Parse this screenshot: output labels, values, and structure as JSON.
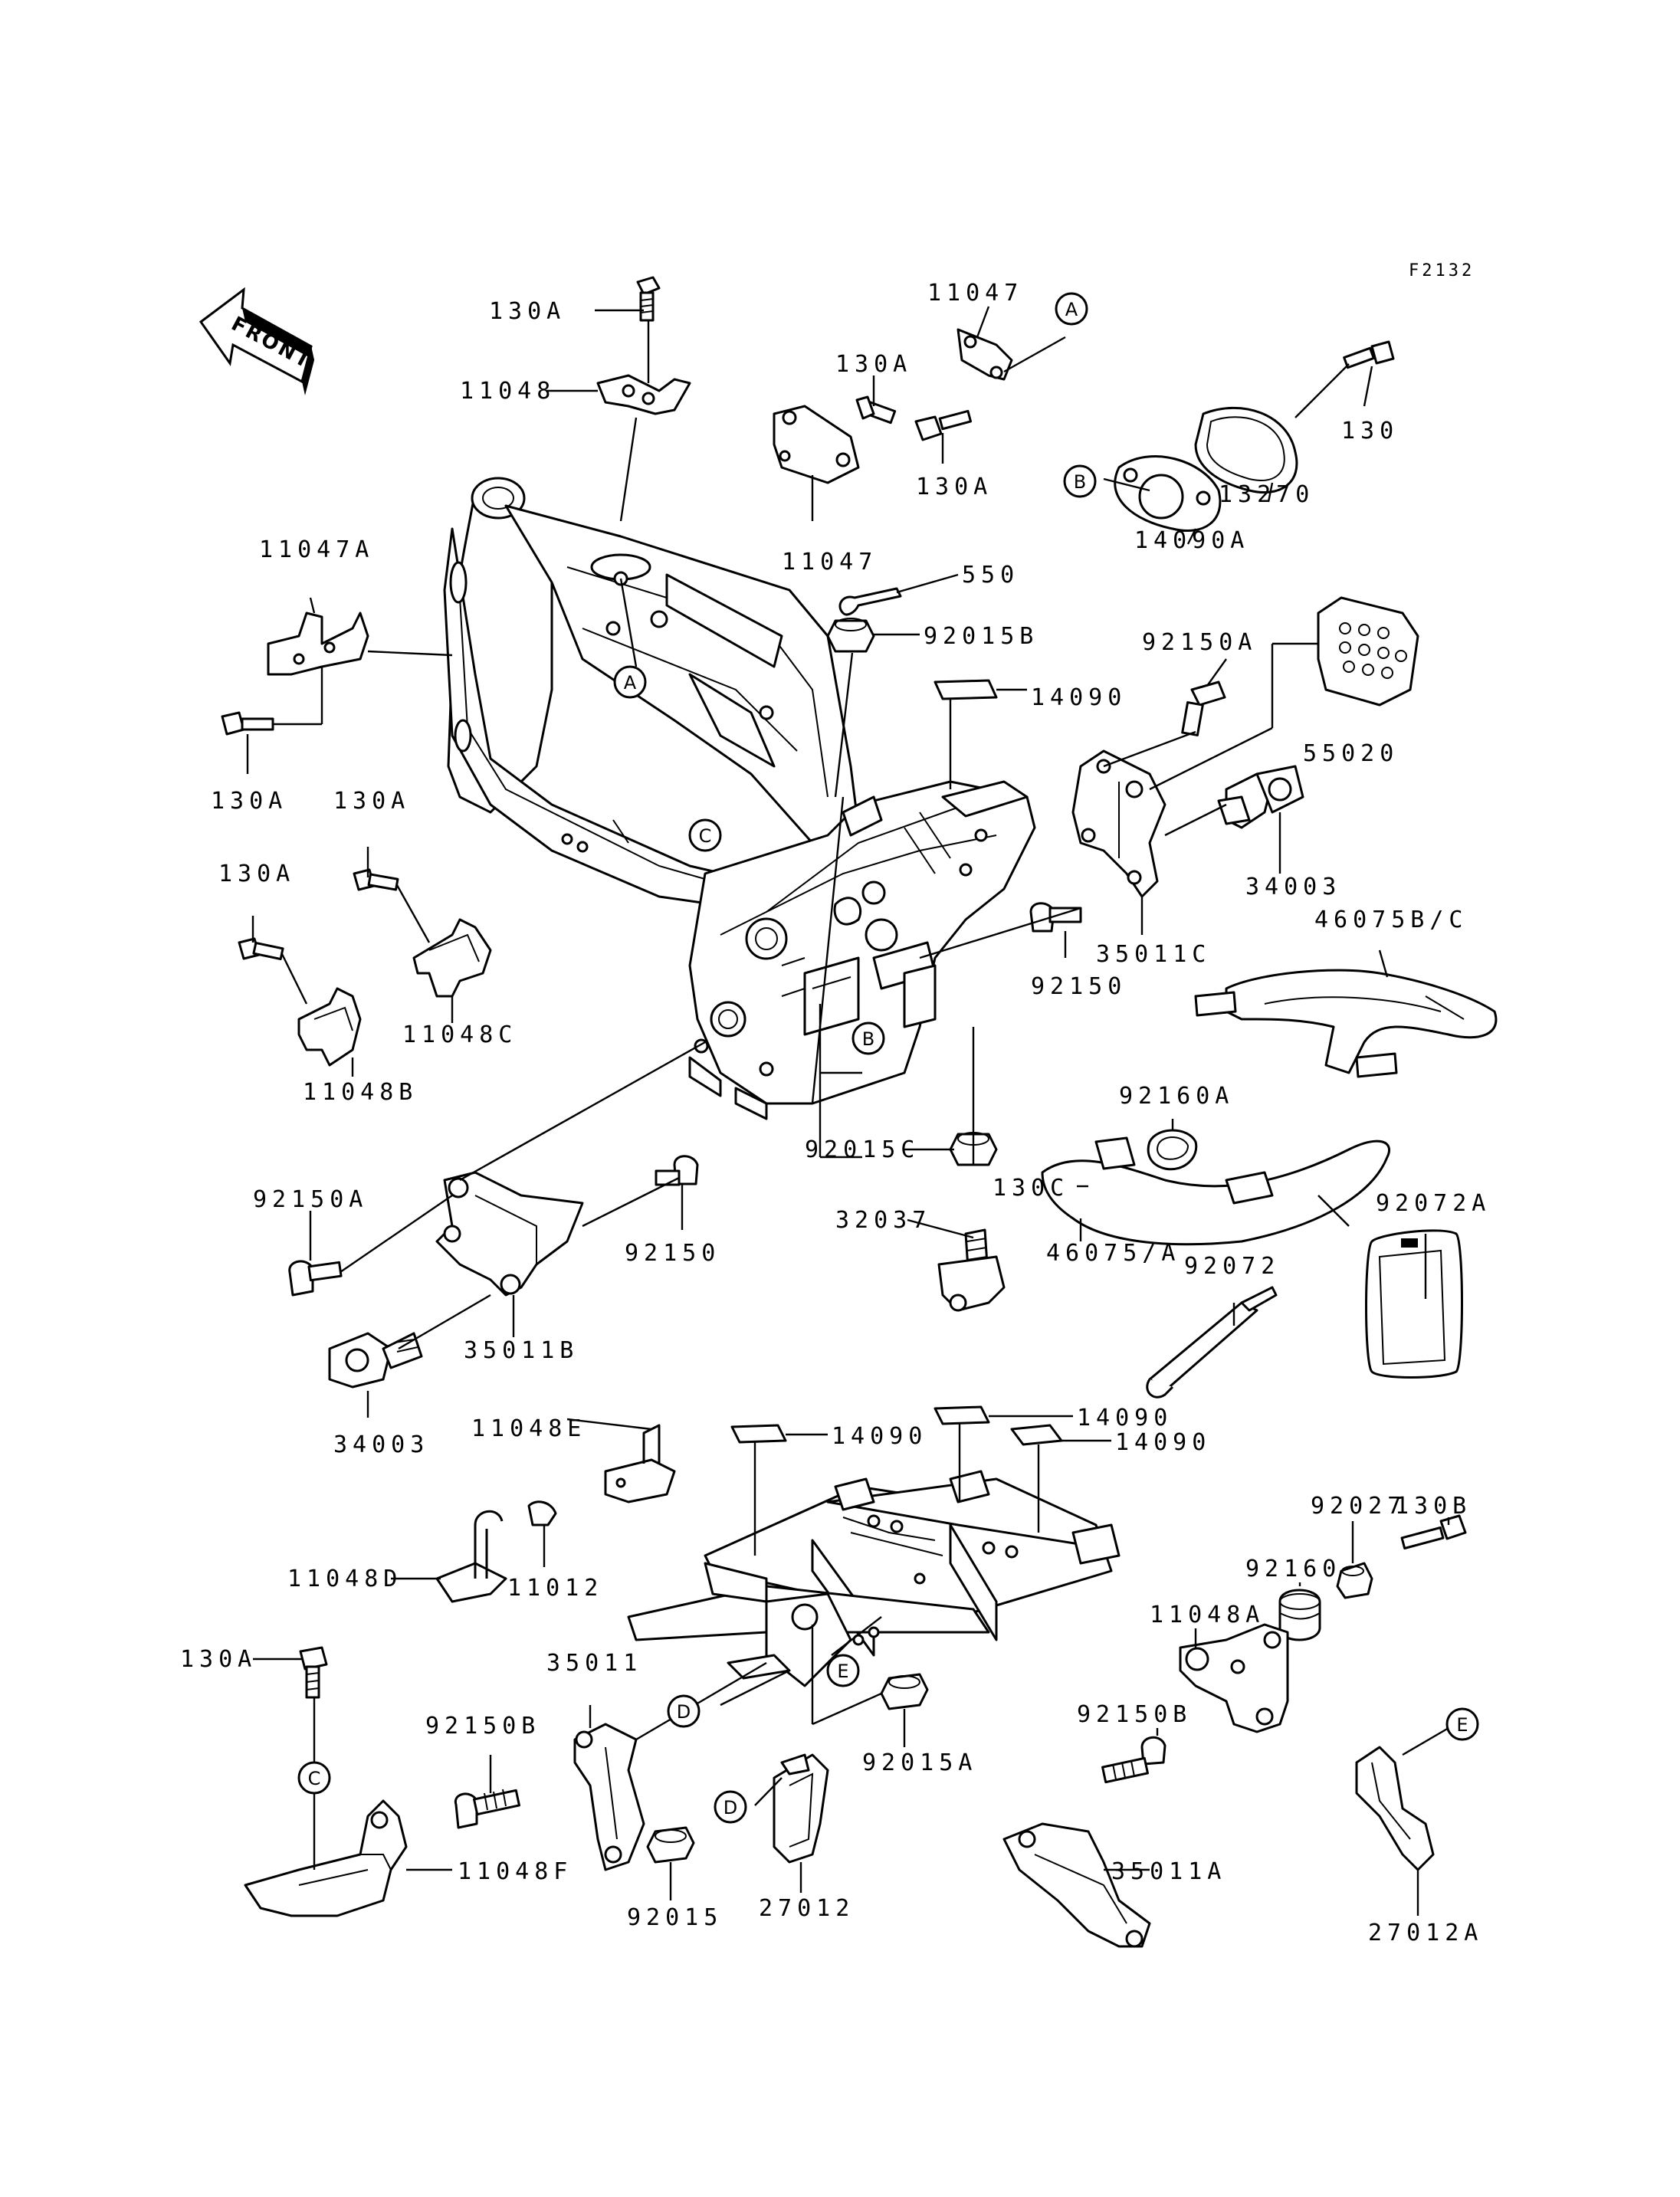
{
  "figure_code": "F2132",
  "front_label": "FRONT",
  "parts": [
    {
      "id": "p01",
      "label": "130A"
    },
    {
      "id": "p02",
      "label": "11048"
    },
    {
      "id": "p03",
      "label": "11047"
    },
    {
      "id": "p04",
      "label": "130A"
    },
    {
      "id": "p05",
      "label": "130A"
    },
    {
      "id": "p06",
      "label": "11047"
    },
    {
      "id": "p07",
      "label": "130"
    },
    {
      "id": "p08",
      "label": "13270"
    },
    {
      "id": "p09",
      "label": "14090A"
    },
    {
      "id": "p10",
      "label": "11047A"
    },
    {
      "id": "p11",
      "label": "550"
    },
    {
      "id": "p12",
      "label": "92015B"
    },
    {
      "id": "p13",
      "label": "92150A"
    },
    {
      "id": "p14",
      "label": "14090"
    },
    {
      "id": "p15",
      "label": "130A"
    },
    {
      "id": "p16",
      "label": "55020"
    },
    {
      "id": "p17",
      "label": "130A"
    },
    {
      "id": "p18",
      "label": "130A"
    },
    {
      "id": "p19",
      "label": "34003"
    },
    {
      "id": "p20",
      "label": "46075B/C"
    },
    {
      "id": "p21",
      "label": "35011C"
    },
    {
      "id": "p22",
      "label": "92150"
    },
    {
      "id": "p23",
      "label": "11048C"
    },
    {
      "id": "p24",
      "label": "11048B"
    },
    {
      "id": "p25",
      "label": "92160A"
    },
    {
      "id": "p26",
      "label": "130C"
    },
    {
      "id": "p27",
      "label": "92015C"
    },
    {
      "id": "p28",
      "label": "92150A"
    },
    {
      "id": "p29",
      "label": "92150"
    },
    {
      "id": "p30",
      "label": "32037"
    },
    {
      "id": "p31",
      "label": "46075/A"
    },
    {
      "id": "p32",
      "label": "92072A"
    },
    {
      "id": "p33",
      "label": "92072"
    },
    {
      "id": "p34",
      "label": "35011B"
    },
    {
      "id": "p35",
      "label": "34003"
    },
    {
      "id": "p36",
      "label": "14090"
    },
    {
      "id": "p37",
      "label": "11048E"
    },
    {
      "id": "p38",
      "label": "14090"
    },
    {
      "id": "p39",
      "label": "14090"
    },
    {
      "id": "p40",
      "label": "130B"
    },
    {
      "id": "p41",
      "label": "92027"
    },
    {
      "id": "p42",
      "label": "92160"
    },
    {
      "id": "p43",
      "label": "11048D"
    },
    {
      "id": "p44",
      "label": "11012"
    },
    {
      "id": "p45",
      "label": "11048A"
    },
    {
      "id": "p46",
      "label": "130A"
    },
    {
      "id": "p47",
      "label": "35011"
    },
    {
      "id": "p48",
      "label": "92150B"
    },
    {
      "id": "p49",
      "label": "92015A"
    },
    {
      "id": "p50",
      "label": "92150B"
    },
    {
      "id": "p51",
      "label": "11048F"
    },
    {
      "id": "p52",
      "label": "35011A"
    },
    {
      "id": "p53",
      "label": "92015"
    },
    {
      "id": "p54",
      "label": "27012"
    },
    {
      "id": "p55",
      "label": "27012A"
    }
  ],
  "refs": [
    {
      "id": "r01",
      "letter": "A"
    },
    {
      "id": "r02",
      "letter": "B"
    },
    {
      "id": "r03",
      "letter": "A"
    },
    {
      "id": "r04",
      "letter": "C"
    },
    {
      "id": "r05",
      "letter": "B"
    },
    {
      "id": "r06",
      "letter": "E"
    },
    {
      "id": "r07",
      "letter": "D"
    },
    {
      "id": "r08",
      "letter": "C"
    },
    {
      "id": "r09",
      "letter": "D"
    },
    {
      "id": "r10",
      "letter": "E"
    }
  ]
}
